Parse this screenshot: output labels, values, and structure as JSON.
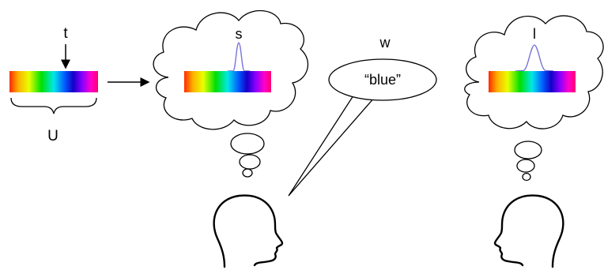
{
  "labels": {
    "t": "t",
    "u": "U",
    "s": "s",
    "w": "w",
    "l": "l",
    "utterance": "“blue”"
  },
  "colors": {
    "spectrum": [
      "#ff2a00",
      "#ffb000",
      "#e8ff00",
      "#00e000",
      "#00e8e8",
      "#0060ff",
      "#1400c8",
      "#8800ff",
      "#ff00cc",
      "#ff0070"
    ],
    "curve": "#7a74d8",
    "outline": "#000000"
  },
  "icons": {
    "thought_cloud": "thought-cloud",
    "speech_bubble": "speech-bubble",
    "head": "head-profile"
  }
}
